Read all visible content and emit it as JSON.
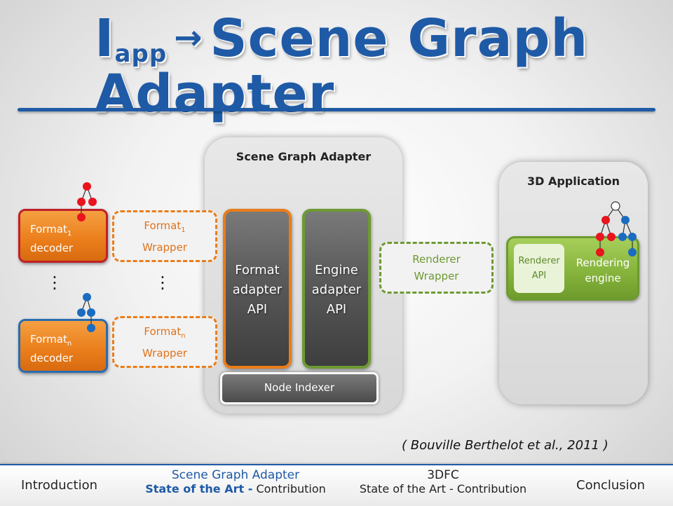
{
  "title": {
    "main_letter": "I",
    "subscript": "app",
    "arrow": "→",
    "rest": "Scene Graph Adapter"
  },
  "panels": {
    "adapter_title": "Scene Graph Adapter",
    "app_title": "3D Application"
  },
  "decoders": {
    "first": {
      "name": "Format",
      "sub": "1",
      "line2": "decoder"
    },
    "last": {
      "name": "Format",
      "sub": "n",
      "line2": "decoder"
    },
    "ellipsis": "⋮"
  },
  "wrappers": {
    "first": {
      "name": "Format",
      "sub": "1",
      "line2": "Wrapper"
    },
    "last": {
      "name": "Format",
      "sub": "n",
      "line2": "Wrapper"
    },
    "ellipsis": "⋮",
    "renderer": {
      "line1": "Renderer",
      "line2": "Wrapper"
    }
  },
  "apis": {
    "format": {
      "line1": "Format",
      "line2": "adapter",
      "line3": "API"
    },
    "engine": {
      "line1": "Engine",
      "line2": "adapter",
      "line3": "API"
    },
    "indexer": "Node Indexer"
  },
  "engine": {
    "api_line1": "Renderer",
    "api_line2": "API",
    "label_line1": "Rendering",
    "label_line2": "engine"
  },
  "citation": "( Bouville Berthelot et al., 2011 )",
  "footer": {
    "introduction": "Introduction",
    "sga_title": "Scene Graph Adapter",
    "sga_sub_highlight": "State of the Art -",
    "sga_sub_rest": "Contribution",
    "dfc_title": "3DFC",
    "dfc_sub": "State of the Art - Contribution",
    "conclusion": "Conclusion"
  },
  "colors": {
    "title_blue": "#1f5aa6",
    "orange": "#ea7d1a",
    "green": "#6d9a32",
    "node_red": "#e8141e",
    "node_blue": "#1a6cc0"
  }
}
